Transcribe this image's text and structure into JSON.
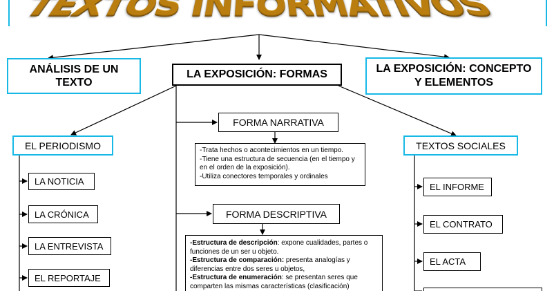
{
  "title": "TEXTOS INFORMATIVOS",
  "colors": {
    "accent_border": "#16b9e6",
    "title_gold": "#e2a21a",
    "line": "#000000"
  },
  "nodes": {
    "analisis": "ANÁLISIS DE UN TEXTO",
    "exposicion_formas": "LA EXPOSICIÓN: FORMAS",
    "exposicion_concepto": "LA EXPOSICIÓN: CONCEPTO Y ELEMENTOS",
    "periodismo": "EL PERIODISMO",
    "textos_sociales": "TEXTOS SOCIALES",
    "forma_narrativa": "FORMA NARRATIVA",
    "forma_descriptiva": "FORMA DESCRIPTIVA"
  },
  "periodismo_items": [
    "LA NOTICIA",
    "LA CRÓNICA",
    "LA ENTREVISTA",
    "EL REPORTAJE"
  ],
  "sociales_items": [
    "EL INFORME",
    "EL CONTRATO",
    "EL ACTA"
  ],
  "narrativa_notes": [
    "-Trata hechos o acontecimientos en un tiempo.",
    "-Tiene una estructura de secuencia (en el tiempo y en el orden de la exposición).",
    "-Utiliza  conectores temporales y ordinales"
  ],
  "descriptiva_notes": [
    {
      "term": "-Estructura de descripción",
      "text": ": expone cualidades, partes o funciones de un ser u objeto."
    },
    {
      "term": "-Estructura de comparación:",
      "text": " presenta analogías y diferencias entre dos seres u objetos,"
    },
    {
      "term": "-Estructura de enumeración",
      "text": ":  se presentan seres que comparten las mismas características (clasificación)"
    }
  ]
}
